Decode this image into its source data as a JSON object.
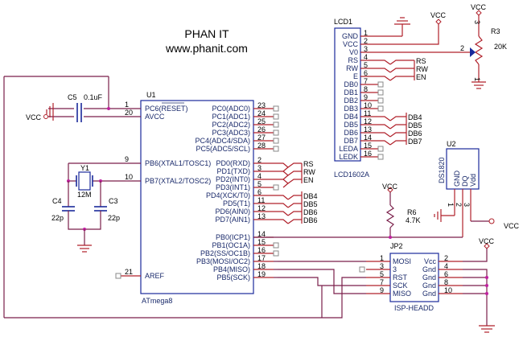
{
  "header": {
    "title": "PHAN IT",
    "url": "www.phanit.com"
  },
  "u1": {
    "ref": "U1",
    "part": "ATmega8",
    "left_pins": [
      {
        "num": "1",
        "name": "PC6(RESET)"
      },
      {
        "num": "20",
        "name": "AVCC"
      },
      {
        "num": "9",
        "name": "PB6(XTAL1/TOSC1)"
      },
      {
        "num": "10",
        "name": "PB7(XTAL2/TOSC2)"
      },
      {
        "num": "21",
        "name": "AREF"
      }
    ],
    "right_pins": [
      {
        "num": "23",
        "name": "PC0(ADC0)"
      },
      {
        "num": "24",
        "name": "PC1(ADC1)"
      },
      {
        "num": "25",
        "name": "PC2(ADC2)"
      },
      {
        "num": "26",
        "name": "PC3(ADC3)"
      },
      {
        "num": "27",
        "name": "PC4(ADC4/SDA)"
      },
      {
        "num": "28",
        "name": "PC5(ADC5/SCL)"
      },
      {
        "num": "2",
        "name": "PD0(RXD)"
      },
      {
        "num": "3",
        "name": "PD1(TXD)"
      },
      {
        "num": "4",
        "name": "PD2(INT0)"
      },
      {
        "num": "5",
        "name": "PD3(INT1)"
      },
      {
        "num": "6",
        "name": "PD4(XCK/T0)"
      },
      {
        "num": "11",
        "name": "PD5(T1)"
      },
      {
        "num": "12",
        "name": "PD6(AIN0)"
      },
      {
        "num": "13",
        "name": "PD7(AIN1)"
      },
      {
        "num": "14",
        "name": "PB0(ICP1)"
      },
      {
        "num": "15",
        "name": "PB1(OC1A)"
      },
      {
        "num": "16",
        "name": "PB2(SS/OC1B)"
      },
      {
        "num": "17",
        "name": "PB3(MOSI/OC2)"
      },
      {
        "num": "18",
        "name": "PB4(MISO)"
      },
      {
        "num": "19",
        "name": "PB5(SCK)"
      }
    ],
    "net_labels_ctrl": [
      "RS",
      "RW",
      "EN"
    ],
    "net_labels_data": [
      "DB4",
      "DB5",
      "DB6",
      "DB6"
    ]
  },
  "c5": {
    "ref": "C5",
    "value": "0.1uF"
  },
  "vcc_label": "VCC",
  "y1": {
    "ref": "Y1",
    "value": "12M"
  },
  "c4": {
    "ref": "C4",
    "value": "22p"
  },
  "c3": {
    "ref": "C3",
    "value": "22p"
  },
  "lcd": {
    "ref": "LCD1",
    "part": "LCD1602A",
    "pins": [
      {
        "num": "1",
        "name": "GND"
      },
      {
        "num": "2",
        "name": "VCC"
      },
      {
        "num": "3",
        "name": "V0"
      },
      {
        "num": "4",
        "name": "RS"
      },
      {
        "num": "5",
        "name": "RW"
      },
      {
        "num": "6",
        "name": "E"
      },
      {
        "num": "7",
        "name": "DB0"
      },
      {
        "num": "8",
        "name": "DB1"
      },
      {
        "num": "9",
        "name": "DB2"
      },
      {
        "num": "10",
        "name": "DB3"
      },
      {
        "num": "11",
        "name": "DB4"
      },
      {
        "num": "12",
        "name": "DB5"
      },
      {
        "num": "13",
        "name": "DB6"
      },
      {
        "num": "14",
        "name": "DB7"
      },
      {
        "num": "15",
        "name": "LEDA"
      },
      {
        "num": "16",
        "name": "LEDK"
      }
    ],
    "net_labels_ctrl": [
      "RS",
      "RW",
      "EN"
    ],
    "net_labels_data": [
      "DB4",
      "DB5",
      "DB6",
      "DB7"
    ]
  },
  "r3": {
    "ref": "R3",
    "value": "20K",
    "pins": [
      "3",
      "2",
      "1"
    ]
  },
  "u2": {
    "ref": "U2",
    "part": "DS1820",
    "pin_names": [
      "GND",
      "DQ",
      "Vdd"
    ],
    "pins": [
      "1",
      "2",
      "3"
    ]
  },
  "r6": {
    "ref": "R6",
    "value": "4.7K"
  },
  "jp2": {
    "ref": "JP2",
    "part": "ISP-HEADD",
    "left": [
      {
        "num": "1",
        "name": "MOSI"
      },
      {
        "num": "3",
        "name": "3"
      },
      {
        "num": "5",
        "name": "RST"
      },
      {
        "num": "7",
        "name": "SCK"
      },
      {
        "num": "9",
        "name": "MISO"
      }
    ],
    "right": [
      {
        "num": "2",
        "name": "Vcc"
      },
      {
        "num": "4",
        "name": "Gnd"
      },
      {
        "num": "6",
        "name": "Gnd"
      },
      {
        "num": "8",
        "name": "Gnd"
      },
      {
        "num": "10",
        "name": "Gnd"
      }
    ]
  }
}
